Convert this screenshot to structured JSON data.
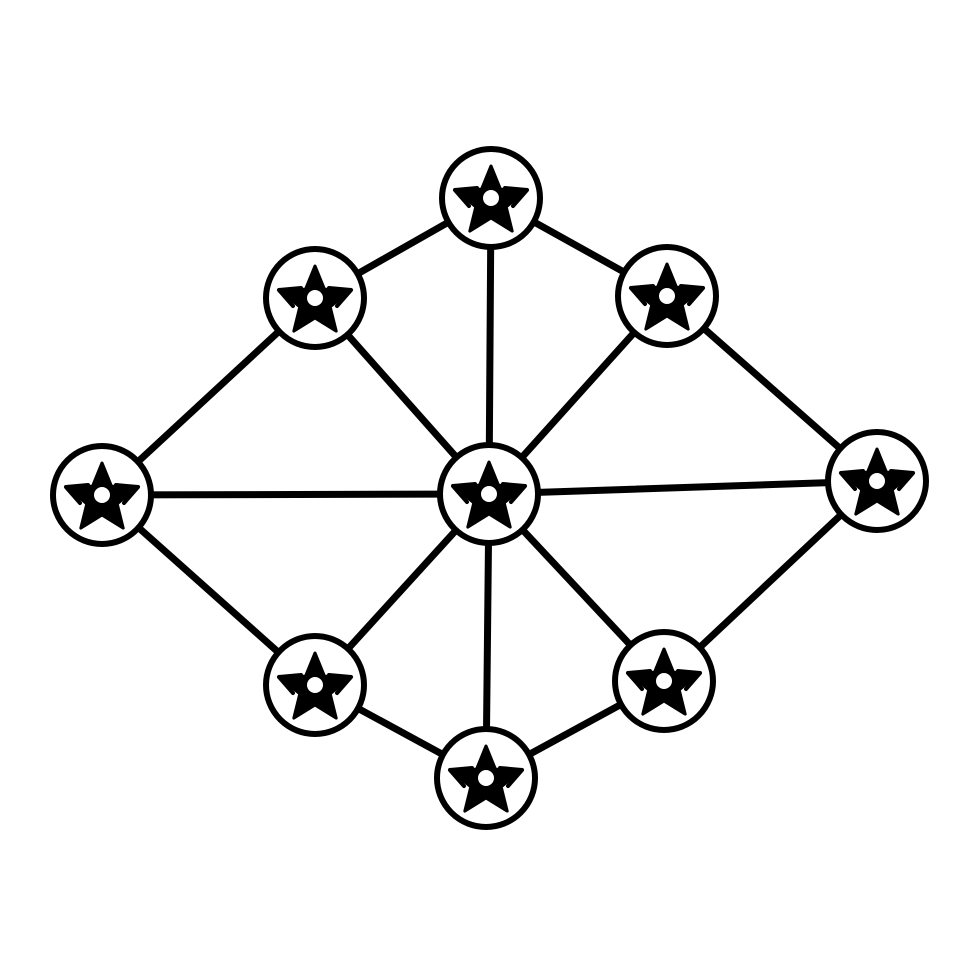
{
  "diagram": {
    "type": "star-network",
    "node_icon": "star-icon",
    "colors": {
      "stroke": "#000000",
      "background": "#ffffff"
    },
    "nodes": [
      {
        "id": "hub",
        "role": "hub"
      },
      {
        "id": "top",
        "role": "outer"
      },
      {
        "id": "upper-left",
        "role": "outer"
      },
      {
        "id": "upper-right",
        "role": "outer"
      },
      {
        "id": "left",
        "role": "outer"
      },
      {
        "id": "right",
        "role": "outer"
      },
      {
        "id": "lower-left",
        "role": "outer"
      },
      {
        "id": "lower-right",
        "role": "outer"
      },
      {
        "id": "bottom",
        "role": "outer"
      }
    ],
    "edges": [
      {
        "from": "hub",
        "to": "top"
      },
      {
        "from": "hub",
        "to": "upper-left"
      },
      {
        "from": "hub",
        "to": "upper-right"
      },
      {
        "from": "hub",
        "to": "left"
      },
      {
        "from": "hub",
        "to": "right"
      },
      {
        "from": "hub",
        "to": "lower-left"
      },
      {
        "from": "hub",
        "to": "lower-right"
      },
      {
        "from": "hub",
        "to": "bottom"
      },
      {
        "from": "top",
        "to": "upper-left"
      },
      {
        "from": "top",
        "to": "upper-right"
      },
      {
        "from": "upper-left",
        "to": "left"
      },
      {
        "from": "upper-right",
        "to": "right"
      },
      {
        "from": "left",
        "to": "lower-left"
      },
      {
        "from": "right",
        "to": "lower-right"
      },
      {
        "from": "lower-left",
        "to": "bottom"
      },
      {
        "from": "lower-right",
        "to": "bottom"
      }
    ]
  }
}
